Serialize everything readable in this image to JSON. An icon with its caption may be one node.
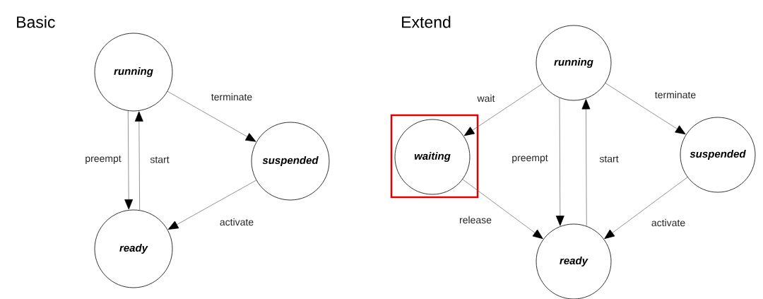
{
  "diagram": {
    "nodes": [
      {
        "text": [
          "running"
        ]
      },
      {
        "text": [
          "suspended"
        ]
      },
      {
        "text": [
          "ready"
        ]
      },
      {
        "text": [
          "running"
        ]
      },
      {
        "text": [],
        "shape": "box"
      },
      {
        "text": [
          "waiting"
        ],
        "in": 4
      },
      {
        "text": [
          "suspended"
        ]
      },
      {
        "text": [
          "ready"
        ]
      }
    ],
    "edges": [
      {
        "from": 0,
        "to": 1,
        "arrow": "to",
        "label": "terminate"
      },
      {
        "from": 0,
        "to": 2,
        "arrow": "to",
        "label": "preempt"
      },
      {
        "from": 2,
        "to": 0,
        "arrow": "to",
        "label": "start"
      },
      {
        "from": 1,
        "to": 2,
        "arrow": "to",
        "label": "activate"
      },
      {
        "from": 3,
        "to": 5,
        "arrow": "to",
        "label": "wait"
      },
      {
        "from": 3,
        "to": 7,
        "arrow": "to",
        "label": "preempt"
      },
      {
        "from": 7,
        "to": 3,
        "arrow": "to",
        "label": "start"
      },
      {
        "from": 3,
        "to": 6,
        "arrow": "to",
        "label": "terminate"
      },
      {
        "from": 5,
        "to": 7,
        "arrow": "to",
        "label": "release"
      },
      {
        "from": 6,
        "to": 7,
        "arrow": "to",
        "label": "activate"
      }
    ],
    "labels": [
      "Basic",
      "Extend"
    ]
  }
}
